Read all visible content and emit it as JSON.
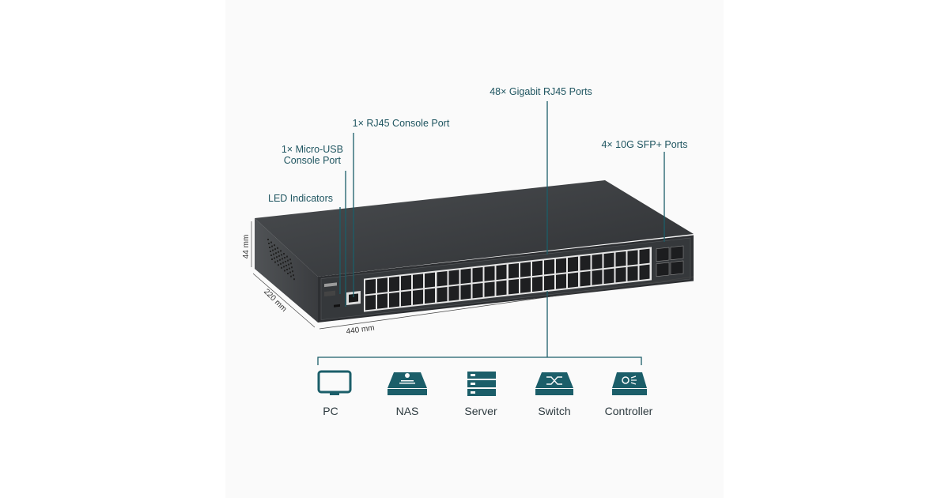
{
  "callouts": {
    "rj45_ports": "48× Gigabit RJ45 Ports",
    "console_rj45": "1× RJ45 Console Port",
    "micro_usb_line1": "1× Micro-USB",
    "micro_usb_line2": "Console Port",
    "led": "LED Indicators",
    "sfp": "4× 10G SFP+ Ports"
  },
  "dimensions": {
    "height": "44 mm",
    "depth": "220 mm",
    "width": "440 mm"
  },
  "devices": [
    {
      "label": "PC",
      "icon": "monitor-icon"
    },
    {
      "label": "NAS",
      "icon": "nas-icon"
    },
    {
      "label": "Server",
      "icon": "server-icon"
    },
    {
      "label": "Switch",
      "icon": "switch-icon"
    },
    {
      "label": "Controller",
      "icon": "controller-icon"
    }
  ],
  "ports": {
    "rj45_count": 48,
    "sfp_count": 4
  },
  "colors": {
    "accent": "#1b5e69",
    "body": "#3a3d40",
    "text": "#1f5560"
  }
}
